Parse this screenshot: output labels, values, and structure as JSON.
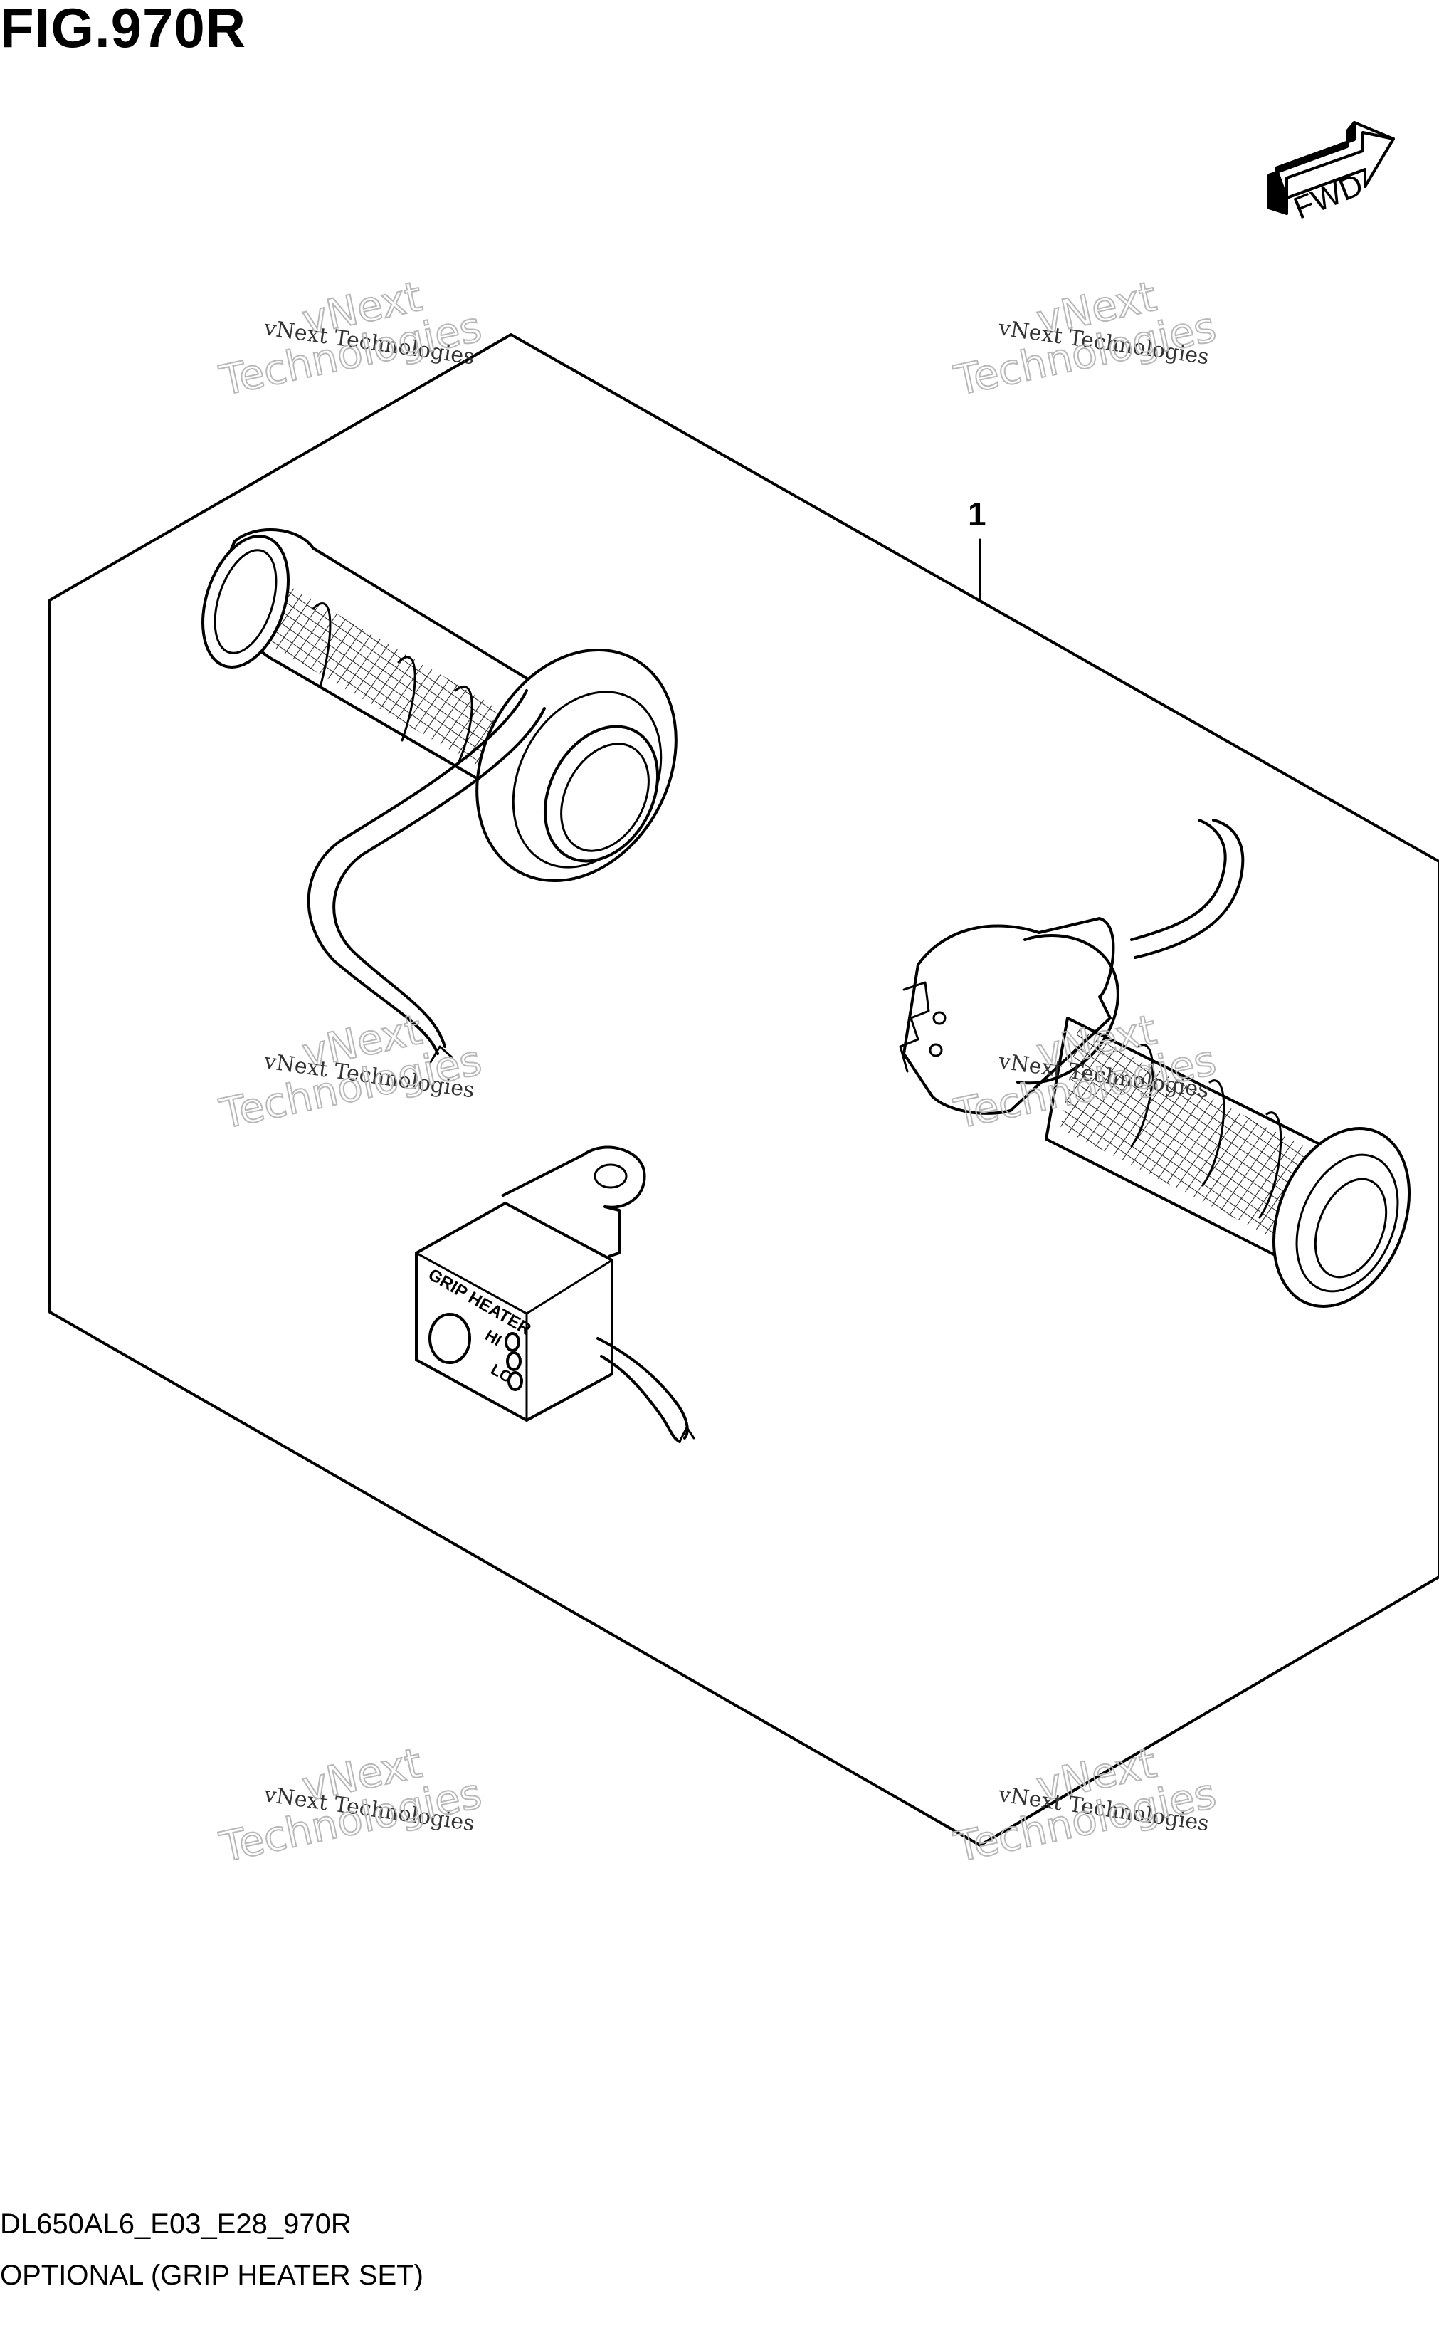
{
  "header": {
    "figure_title": "FIG.970R"
  },
  "direction_marker": {
    "label": "FWD"
  },
  "callouts": [
    {
      "number": "1"
    }
  ],
  "switch_panel": {
    "title": "GRIP HEATER",
    "hi_label": "HI",
    "lo_label": "LO"
  },
  "watermarks": [
    {
      "line1": "vNext Technologies",
      "line2": "vNext",
      "line3": "Technologies"
    },
    {
      "line1": "vNext Technologies",
      "line2": "vNext",
      "line3": "Technologies"
    },
    {
      "line1": "vNext Technologies",
      "line2": "vNext",
      "line3": "Technologies"
    },
    {
      "line1": "vNext Technologies",
      "line2": "vNext",
      "line3": "Technologies"
    },
    {
      "line1": "vNext Technologies",
      "line2": "vNext",
      "line3": "Technologies"
    },
    {
      "line1": "vNext Technologies",
      "line2": "vNext",
      "line3": "Technologies"
    }
  ],
  "footer": {
    "code": "DL650AL6_E03_E28_970R",
    "caption": "OPTIONAL (GRIP HEATER SET)"
  }
}
